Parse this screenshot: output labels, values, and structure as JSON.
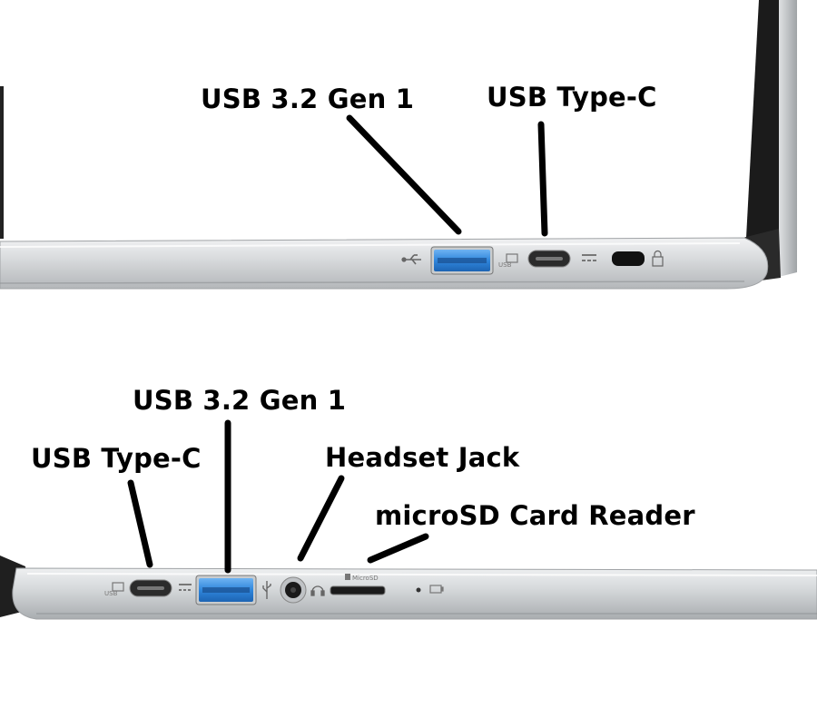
{
  "top_view": {
    "labels": {
      "usb_a": "USB 3.2 Gen 1",
      "usb_c": "USB Type-C"
    },
    "port_marks": {
      "usb_c": "USB"
    }
  },
  "bottom_view": {
    "labels": {
      "usb_c": "USB Type-C",
      "usb_a": "USB 3.2 Gen 1",
      "headset": "Headset Jack",
      "microsd": "microSD Card Reader"
    },
    "port_marks": {
      "usb_c": "USB",
      "microsd": "MicroSD"
    }
  },
  "colors": {
    "chassis": "#d9dbdd",
    "port_blue": "#3d8fe0",
    "line": "#000000"
  }
}
